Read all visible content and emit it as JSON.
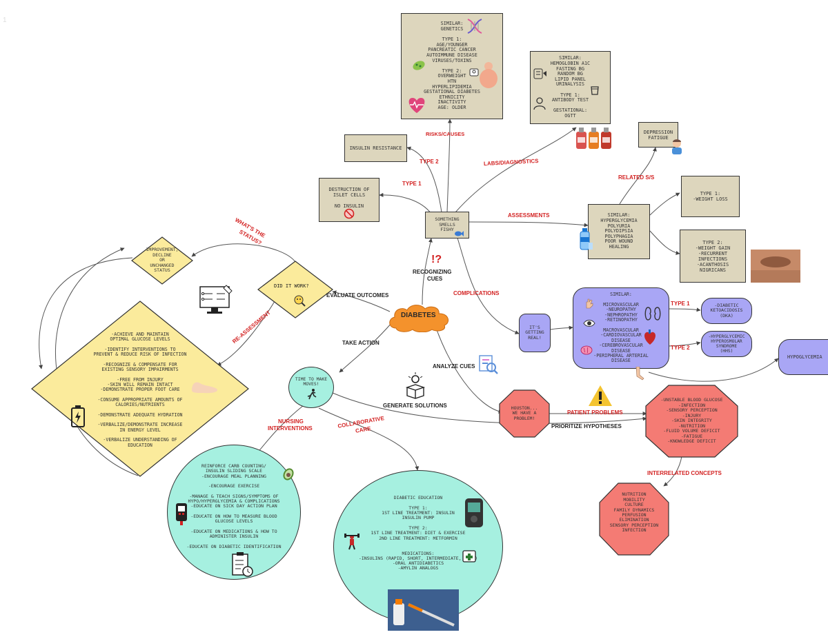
{
  "corner_mark": "1",
  "center": {
    "label": "DIABETES"
  },
  "risks_box": {
    "lines": [
      "SIMILAR:",
      "GENETICS",
      "",
      "TYPE 1:",
      "AGE/YOUNGER",
      "PANCREATIC CANCER",
      "AUTOIMMUNE DISEASE",
      "VIRUSES/TOXINS",
      "",
      "TYPE 2:",
      "OVERWEIGHT",
      "HTN",
      "HYPERLIPIDEMIA",
      "GESTATIONAL DIABETES",
      "ETHNICITY",
      "INACTIVITY",
      "AGE: OLDER"
    ]
  },
  "labs_box": {
    "lines": [
      "SIMILAR:",
      "HEMOGLOBIN A1C",
      "FASTING BG",
      "RANDOM BG",
      "LIPID PANEL",
      "URINALYSIS",
      "",
      "TYPE 1:",
      "ANTIBODY TEST",
      "",
      "GESTATIONAL:",
      "OGTT"
    ]
  },
  "insulin_resistance": "INSULIN RESISTANCE",
  "destruction_box": {
    "lines": [
      "DESTRUCTION OF",
      "ISLET CELLS",
      "",
      "NO INSULIN"
    ]
  },
  "something_fishy": {
    "lines": [
      "SOMETHING",
      "SMELLS",
      "FISHY"
    ]
  },
  "depression_box": {
    "lines": [
      "DEPRESSION",
      "FATIGUE"
    ]
  },
  "assessments_box": {
    "lines": [
      "SIMILAR:",
      "HYPERGLYCEMIA",
      "POLYURIA",
      "POLYDIPSIA",
      "POLYPHAGIA",
      "POOR WOUND",
      "HEALING"
    ]
  },
  "type1_weight": {
    "lines": [
      "TYPE 1:",
      "-WEIGHT LOSS"
    ]
  },
  "type2_assess": {
    "lines": [
      "TYPE 2:",
      "-WEIGHT GAIN",
      "-RECURRENT",
      "INFECTIONS",
      "-ACANTHOSIS",
      "NIGRICANS"
    ]
  },
  "complications_box": {
    "lines": [
      "SIMILAR:",
      "",
      "MICROVASCULAR",
      "-NEUROPATHY",
      "-NEPHROPATHY",
      "-RETINOPATHY",
      "",
      "MACROVASCULAR",
      "-CARDIOVASCULAR",
      "DISEASE",
      "-CEREBROVASCULAR",
      "DISEASE",
      "-PERIPHERAL ARTERIAL",
      "DISEASE"
    ]
  },
  "its_getting_real": {
    "lines": [
      "IT'S",
      "GETTING",
      "REAL!"
    ]
  },
  "dka": {
    "lines": [
      "-DIABETIC",
      "KETOACIDOSIS",
      "(DKA)"
    ]
  },
  "hhs": {
    "lines": [
      "-HYPERGLYCEMIC",
      "HYPEROSMOLAR",
      "SYNDROME",
      "(HHS)"
    ]
  },
  "hypoglycemia": "HYPOGLYCEMIA",
  "improvement": {
    "lines": [
      "IMPROVEMENT,",
      "DECLINE",
      "OR",
      "UNCHANGED",
      "STATUS"
    ]
  },
  "did_it_work": "DID IT WORK?",
  "outcomes": {
    "lines": [
      "-ACHIEVE AND MAINTAIN",
      "OPTIMAL GLUCOSE LEVELS",
      "",
      "-IDENTIFY INTERVENTIONS TO",
      "PREVENT & REDUCE RISK OF INFECTION",
      "",
      "-RECOGNIZE & COMPENSATE FOR",
      "EXISTING SENSORY IMPAIRMENTS",
      "",
      "-FREE FROM INJURY",
      "-SKIN WILL REMAIN INTACT",
      "-DEMONSTRATE PROPER FOOT CARE",
      "",
      "-CONSUME APPROPRIATE AMOUNTS OF",
      "CALORIES/NUTRIENTS",
      "",
      "-DEMONSTRATE ADEQUATE HYDRATION",
      "",
      "-VERBALIZE/DEMONSTRATE INCREASE",
      "IN ENERGY LEVEL",
      "",
      "-VERBALIZE UNDERSTANDING OF",
      "EDUCATION"
    ]
  },
  "time_to_move": {
    "lines": [
      "TIME TO MAKE",
      "MOVES!"
    ]
  },
  "houston": {
    "lines": [
      "HOUSTON...",
      "WE HAVE A",
      "PROBLEM!"
    ]
  },
  "patient_problems": {
    "lines": [
      "-UNSTABLE BLOOD GLUCOSE",
      "-INFECTION",
      "-SENSORY PERCEPTION",
      "-INJURY",
      "-SKIN INTEGRITY",
      "-NUTRITION",
      "-FLUID VOLUME DEFICIT",
      "-FATIGUE",
      "-KNOWLEDGE DEFICIT"
    ]
  },
  "interrelated": {
    "lines": [
      "NUTRITION",
      "MOBILITY",
      "CULTURE",
      "FAMILY DYNAMICS",
      "PERFUSION",
      "ELIMINATION",
      "SENSORY PERCEPTION",
      "INFECTION"
    ]
  },
  "nursing_circle": {
    "lines": [
      "REINFORCE CARB COUNTING/",
      "INSULIN SLIDING SCALE",
      "-ENCOURAGE MEAL PLANNING",
      "",
      "-ENCOURAGE EXERCISE",
      "",
      "-MANAGE & TEACH SIGNS/SYMPTOMS OF",
      "HYPO/HYPERGLYCEMIA & COMPLICATIONS",
      "-EDUCATE ON SICK DAY ACTION PLAN",
      "",
      "-EDUCATE ON HOW TO MEASURE BLOOD",
      "GLUCOSE LEVELS",
      "",
      "-EDUCATE ON MEDICATIONS & HOW TO",
      "ADMINISTER INSULIN",
      "",
      "-EDUCATE ON DIABETIC IDENTIFICATION"
    ]
  },
  "collab_circle": {
    "lines": [
      "DIABETIC EDUCATION",
      "",
      "TYPE 1:",
      "1ST LINE TREATMENT: INSULIN",
      "INSULIN PUMP",
      "",
      "TYPE 2:",
      "1ST LINE TREATMENT: DIET & EXERCISE",
      "2ND LINE TREATMENT: METFORMIN",
      "",
      "",
      "MEDICATIONS:",
      "-INSULINS (RAPID, SHORT, INTERMEDIATE, LONG)",
      "-ORAL ANTIDIABETICS",
      "-AMYLIN ANALOGS"
    ]
  },
  "labels": {
    "risks": "RISKS/CAUSES",
    "type2": "TYPE 2",
    "type1": "TYPE 1",
    "labs": "LABS/DIAGNOSTICS",
    "related": "RELATED S/S",
    "assessments": "ASSESSMENTS",
    "whats_status_1": "WHAT'S THE",
    "whats_status_2": "STATUS?",
    "recognizing_1": "RECOGNIZING",
    "recognizing_2": "CUES",
    "evaluate": "EVALUATE OUTCOMES",
    "complications": "COMPLICATIONS",
    "comp_type1": "TYPE 1",
    "comp_type2": "TYPE 2",
    "reassessment": "RE-ASSESSMENT",
    "take_action": "TAKE ACTION",
    "analyze": "ANALYZE CUES",
    "generate": "GENERATE SOLUTIONS",
    "patient_problems": "PATIENT PROBLEMS",
    "prioritize": "PRIORITIZE HYPOTHESES",
    "nursing_1": "NURSING",
    "nursing_2": "INTERVENTIONS",
    "collab_1": "COLLABORATIVE",
    "collab_2": "CARE",
    "interrelated": "INTERRELATED CONCEPTS",
    "exclaim": "!?"
  },
  "colors": {
    "tan": "#ddd6bd",
    "lavender": "#a9a6f5",
    "yellow": "#fbeb9c",
    "mint": "#a6f0e0",
    "salmon": "#f47b74",
    "orange": "#f4922c",
    "red_label": "#d32222"
  }
}
